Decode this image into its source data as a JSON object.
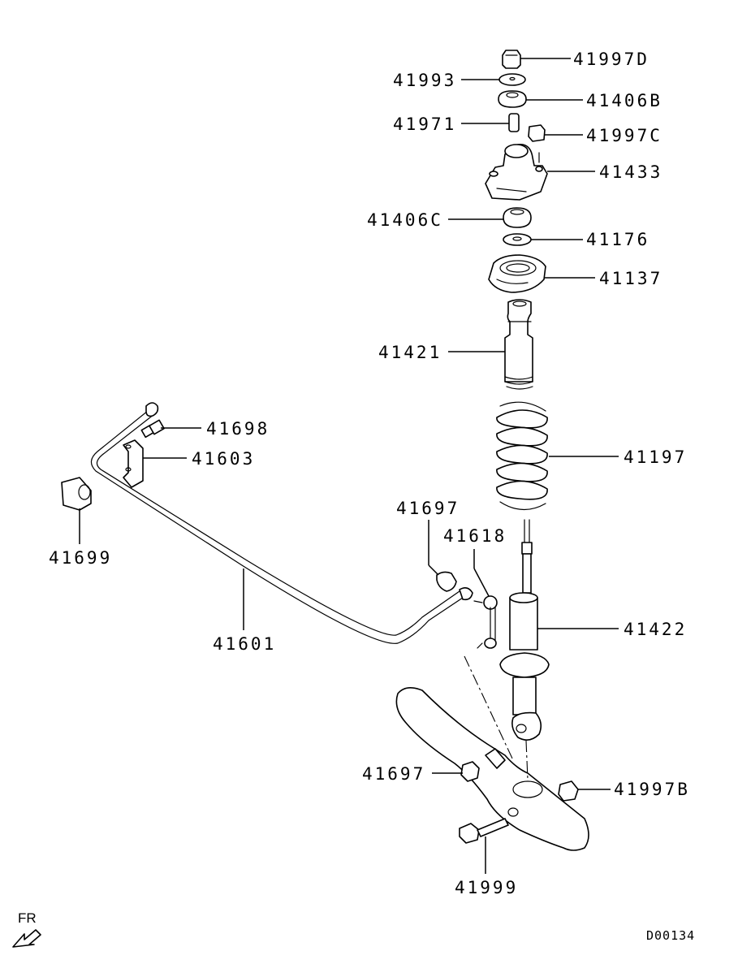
{
  "parts": [
    {
      "id": "p41997D",
      "label": "41997D"
    },
    {
      "id": "p41993",
      "label": "41993"
    },
    {
      "id": "p41406B",
      "label": "41406B"
    },
    {
      "id": "p41971",
      "label": "41971"
    },
    {
      "id": "p41997C",
      "label": "41997C"
    },
    {
      "id": "p41433",
      "label": "41433"
    },
    {
      "id": "p41406C",
      "label": "41406C"
    },
    {
      "id": "p41176",
      "label": "41176"
    },
    {
      "id": "p41137",
      "label": "41137"
    },
    {
      "id": "p41421",
      "label": "41421"
    },
    {
      "id": "p41197",
      "label": "41197"
    },
    {
      "id": "p41698",
      "label": "41698"
    },
    {
      "id": "p41603",
      "label": "41603"
    },
    {
      "id": "p41697a",
      "label": "41697"
    },
    {
      "id": "p41618",
      "label": "41618"
    },
    {
      "id": "p41699",
      "label": "41699"
    },
    {
      "id": "p41422",
      "label": "41422"
    },
    {
      "id": "p41601",
      "label": "41601"
    },
    {
      "id": "p41697b",
      "label": "41697"
    },
    {
      "id": "p41997B",
      "label": "41997B"
    },
    {
      "id": "p41999",
      "label": "41999"
    }
  ],
  "direction": {
    "label": "FR"
  },
  "diagram_code": "D00134"
}
